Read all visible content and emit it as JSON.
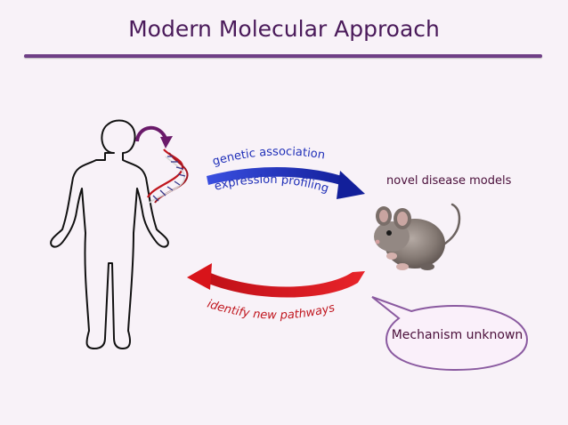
{
  "slide": {
    "title": "Modern Molecular Approach",
    "arrows": {
      "top_outer_label": "genetic association",
      "top_inner_label": "expression profiling",
      "bottom_label": "identify new pathways"
    },
    "novel_models_label": "novel disease models",
    "callout_text": "Mechanism unknown"
  },
  "colors": {
    "title": "#4a1a5a",
    "rule": "#6f3f86",
    "forward_arrow": "#1f2fb8",
    "return_arrow": "#d8141a",
    "small_arrow": "#6a1a6a",
    "callout_border": "#8a5aa0",
    "label_text": "#4a0f3a"
  },
  "icons": [
    "human-figure-icon",
    "dna-helix-icon",
    "mouse-icon"
  ]
}
